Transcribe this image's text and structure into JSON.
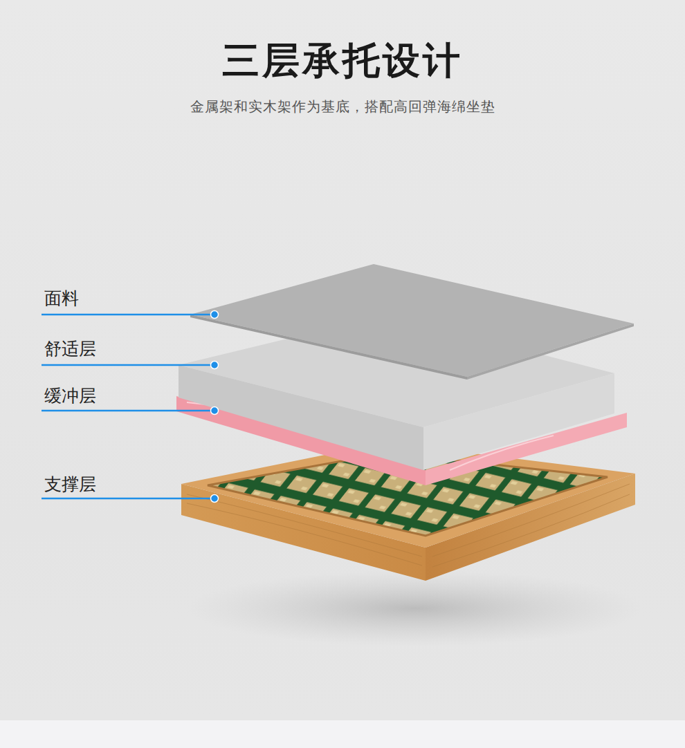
{
  "diagram": {
    "title": "三层承托设计",
    "caption": "金属架和实木架作为基底，搭配高回弹海绵坐垫",
    "labels": [
      "面料",
      "舒适层",
      "缓冲层",
      "支撑层"
    ]
  }
}
